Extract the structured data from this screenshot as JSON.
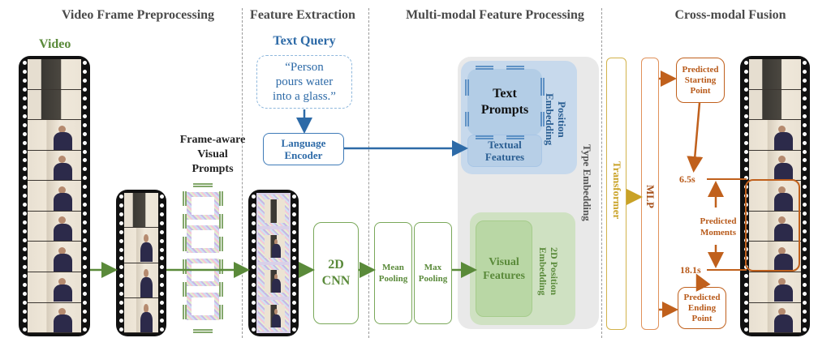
{
  "sections": {
    "video_frame_preprocessing": "Video Frame Preprocessing",
    "feature_extraction": "Feature Extraction",
    "multimodal_feature_processing": "Multi-modal Feature Processing",
    "cross_modal_fusion": "Cross-modal Fusion"
  },
  "preprocessing": {
    "video_label": "Video",
    "frame_aware_prompts_label": [
      "Frame-aware",
      "Visual",
      "Prompts"
    ]
  },
  "feature_extraction": {
    "text_query_label": "Text Query",
    "text_query_value": "“Person pours water into a glass.”",
    "text_query_lines": [
      "“Person",
      "pours water",
      "into a glass.”"
    ],
    "language_encoder_label": [
      "Language",
      "Encoder"
    ],
    "cnn_label": [
      "2D",
      "CNN"
    ]
  },
  "multimodal": {
    "mean_pooling_label": [
      "Mean",
      "Pooling"
    ],
    "max_pooling_label": [
      "Max",
      "Pooling"
    ],
    "text_prompts_label": [
      "Text",
      "Prompts"
    ],
    "textual_features_label": [
      "Textual",
      "Features"
    ],
    "position_embedding_label": [
      "Position",
      "Embedding"
    ],
    "visual_features_label": [
      "Visual",
      "Features"
    ],
    "position_2d_embedding_label": [
      "2D Position",
      "Embedding"
    ],
    "type_embedding_label": "Type Embedding"
  },
  "fusion": {
    "transformer_label": "Transformer",
    "mlp_label": "MLP",
    "predicted_starting_point_label": [
      "Predicted",
      "Starting",
      "Point"
    ],
    "predicted_ending_point_label": [
      "Predicted",
      "Ending",
      "Point"
    ],
    "predicted_moments_label": [
      "Predicted",
      "Moments"
    ],
    "start_time": "6.5s",
    "end_time": "18.1s"
  },
  "colors": {
    "green": "#5a8a3a",
    "blue": "#2d6aa7",
    "light_blue_dashed": "#8fb8dd",
    "orange": "#c0601c",
    "gold": "#c9a227",
    "type_embedding_bg": "#e9e9e9",
    "text_panel_bg": "#c7d9ec",
    "visual_panel_bg": "#cfe1c2"
  }
}
